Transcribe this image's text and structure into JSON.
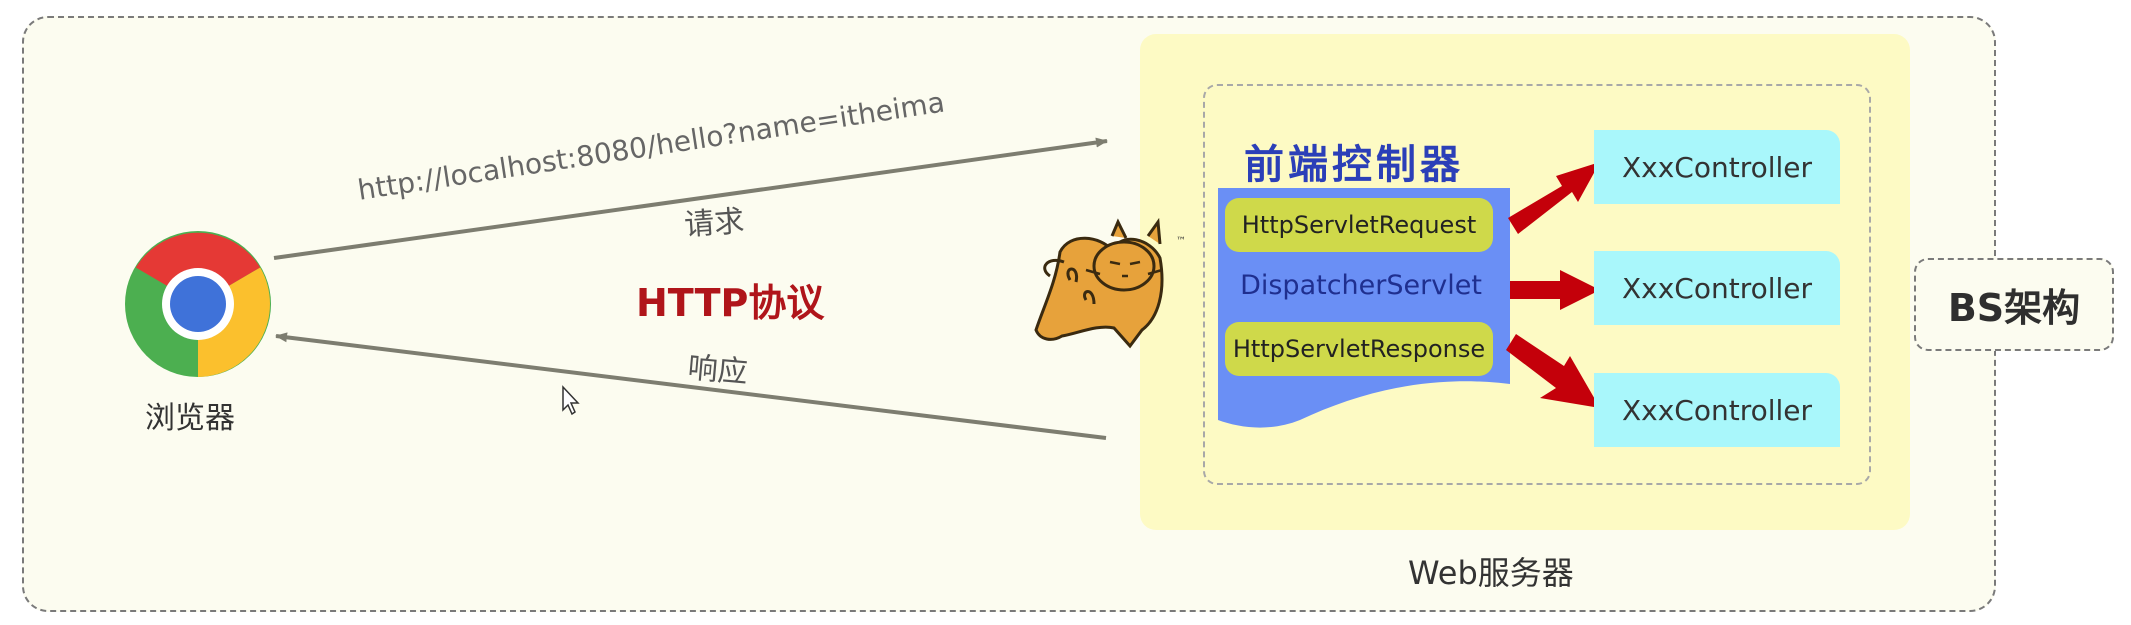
{
  "browser": {
    "label": "浏览器",
    "icon": "chrome-icon"
  },
  "request": {
    "url": "http://localhost:8080/hello?name=itheima",
    "label": "请求"
  },
  "response": {
    "label": "响应"
  },
  "protocol": {
    "label": "HTTP协议"
  },
  "front_controller": {
    "title": "前端控制器",
    "request_object": "HttpServletRequest",
    "servlet": "DispatcherServlet",
    "response_object": "HttpServletResponse"
  },
  "controllers": [
    "XxxController",
    "XxxController",
    "XxxController"
  ],
  "server": {
    "label": "Web服务器",
    "icon": "tomcat-icon"
  },
  "architecture": {
    "label": "BS架构"
  },
  "colors": {
    "protocol": "#b0151a",
    "controller_fill": "#a9f7fb",
    "dispatch_arrow": "#c4000a",
    "servlet_fill": "#6a8ff5",
    "pill_fill": "#cfd94a",
    "server_fill": "#fdfac4"
  }
}
